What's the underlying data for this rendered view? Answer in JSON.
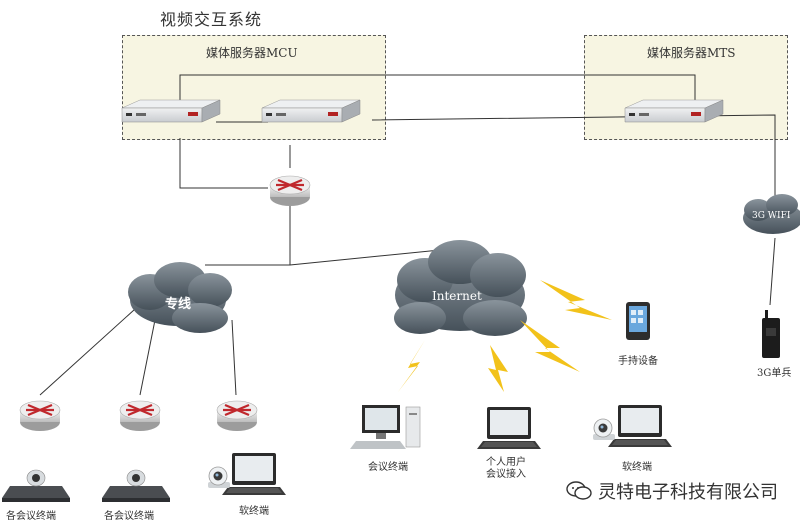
{
  "title": "视频交互系统",
  "zones": {
    "mcu": "媒体服务器MCU",
    "mts": "媒体服务器MTS"
  },
  "clouds": {
    "dedicated_line": "专线",
    "internet": "Internet",
    "wifi": "3G WIFI"
  },
  "devices": {
    "terminal_1": "各会议终端",
    "terminal_2": "各会议终端",
    "soft_terminal_left": "软终端",
    "meeting_terminal": "会议终端",
    "personal_user": "个人用户\n会议接入",
    "soft_terminal_right": "软终端",
    "handheld": "手持设备",
    "soldier": "3G单兵"
  },
  "watermark": "灵特电子科技有限公司",
  "colors": {
    "zone_fill": "#f7f5e2",
    "cloud": "#5f6a73",
    "lightning": "#f2c21a",
    "router_arrows": "#c0282d",
    "server": "#dfe2e5"
  }
}
